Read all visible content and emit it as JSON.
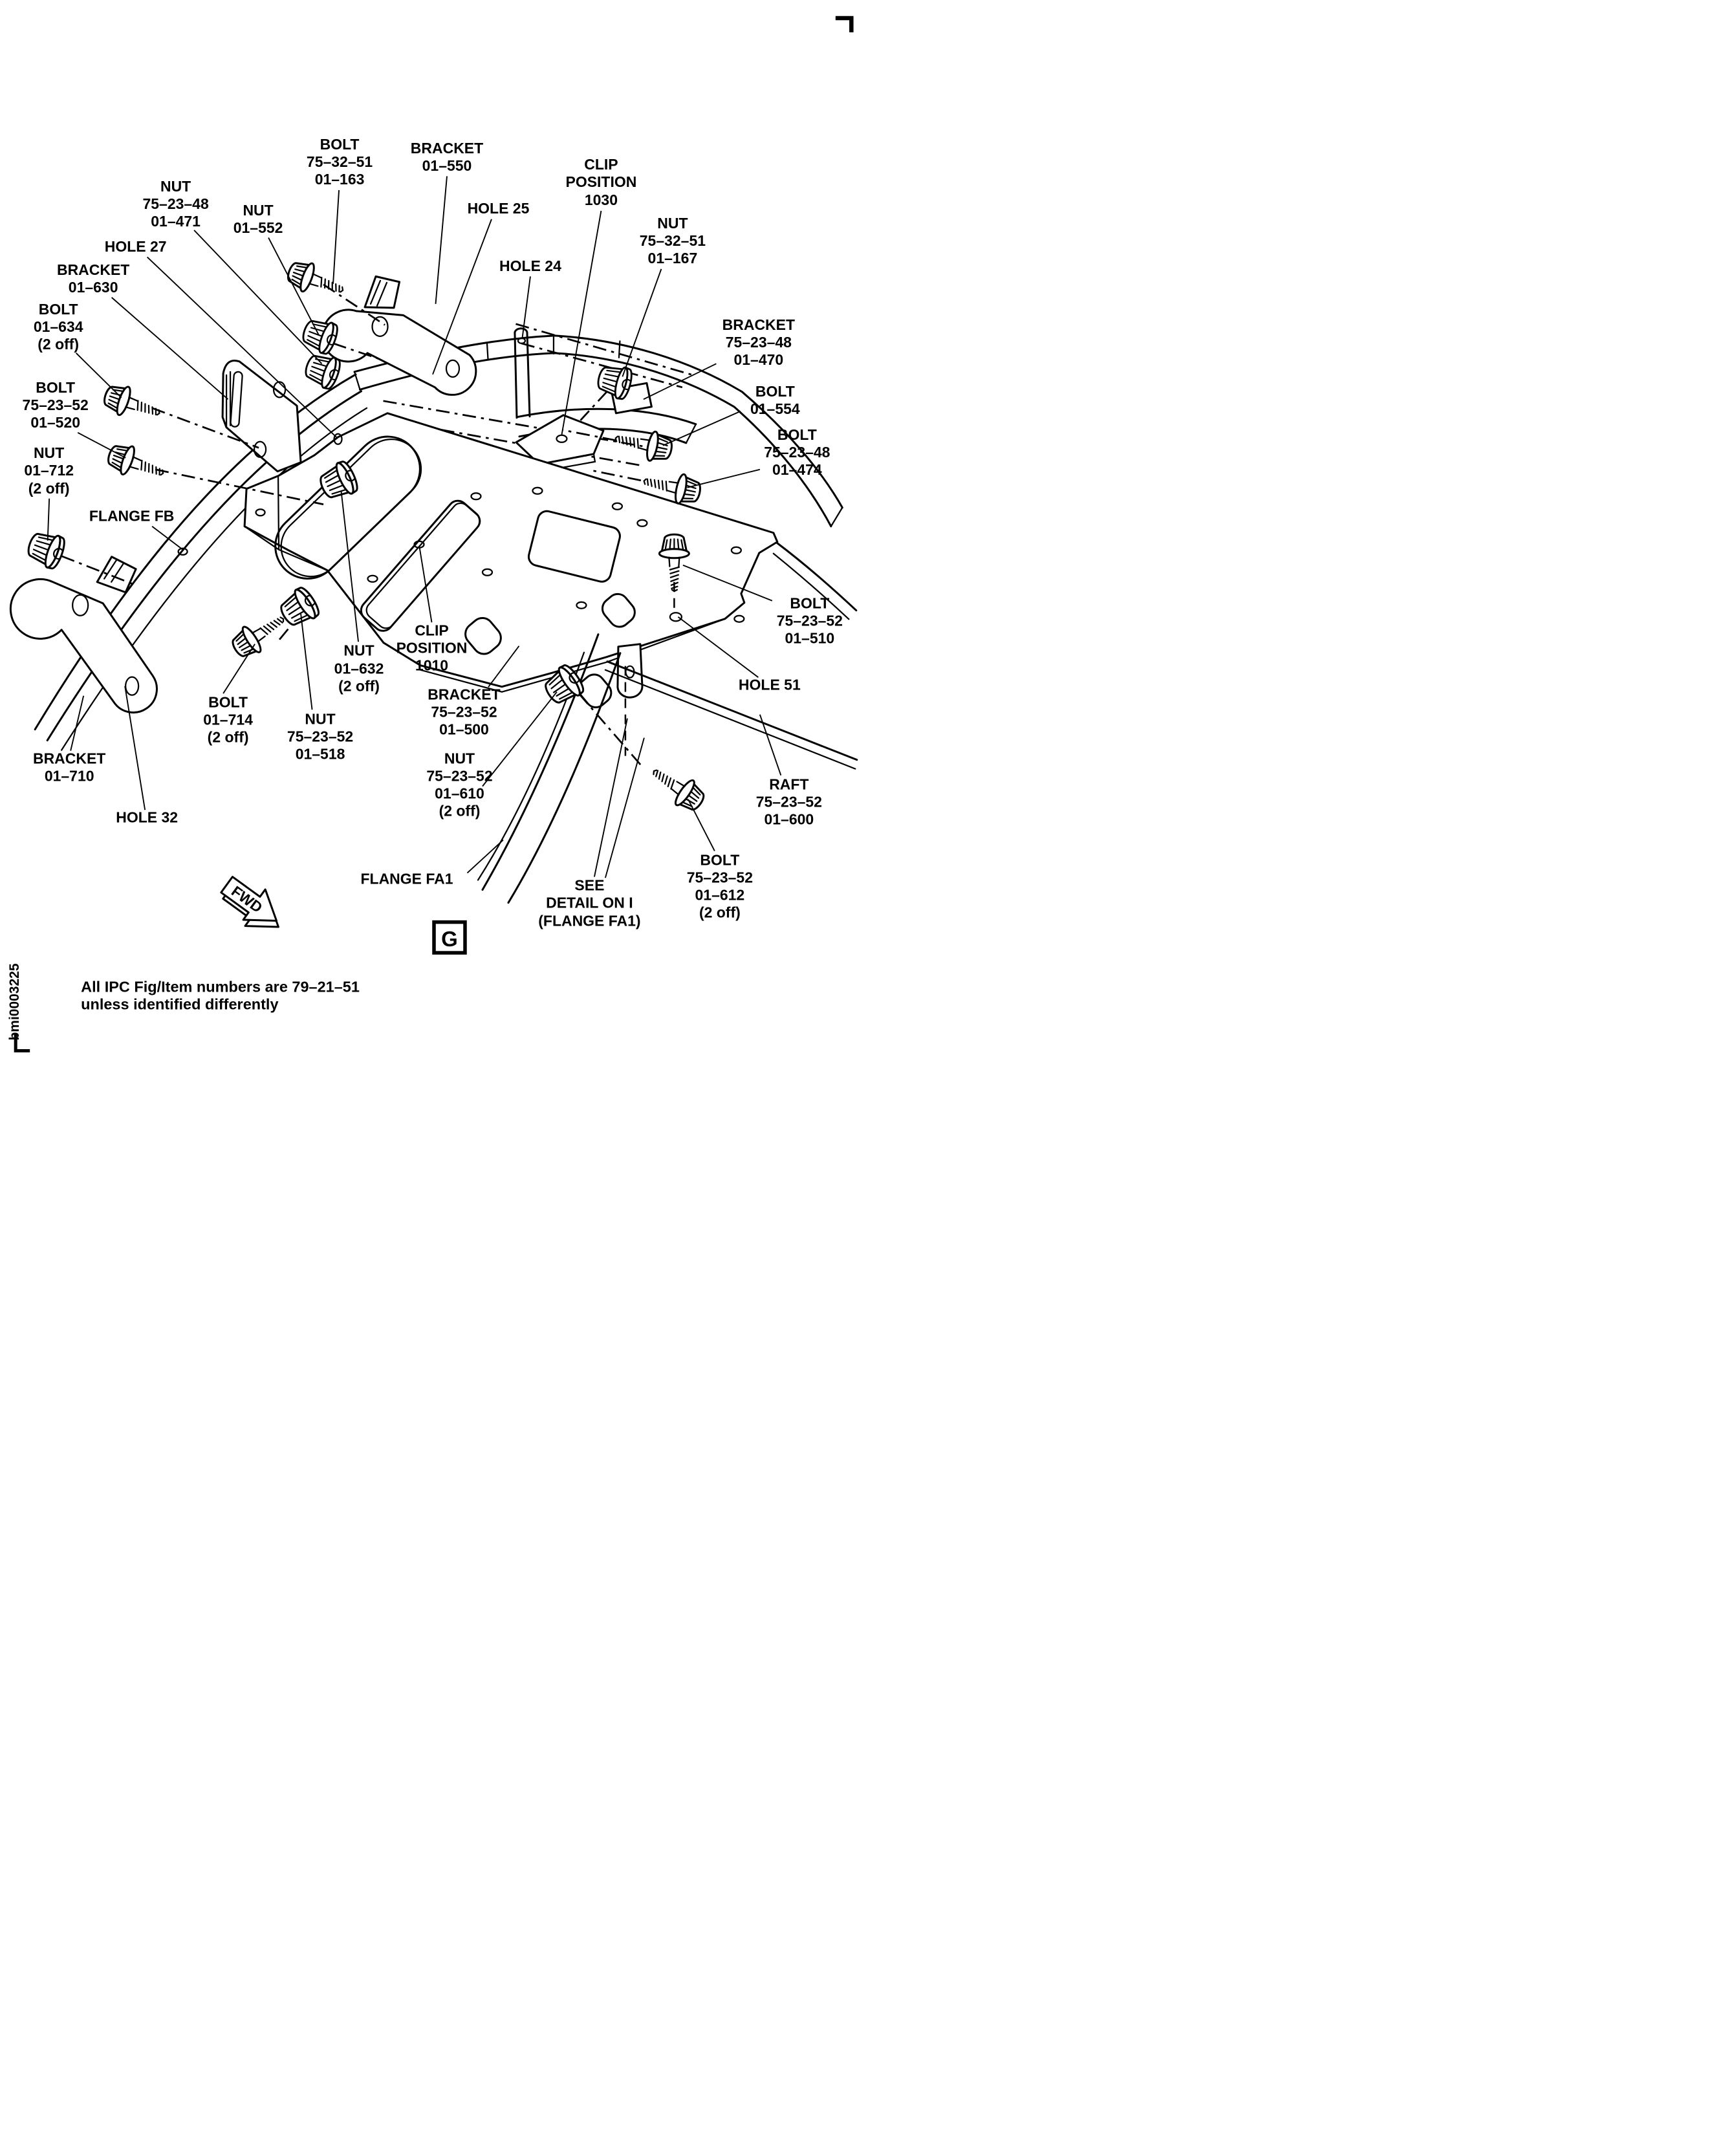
{
  "figure": {
    "letter": "G",
    "fwd_label": "FWD",
    "doc_code": "bmi0003225"
  },
  "note": {
    "line1": "All IPC Fig/Item numbers are 79–21–51",
    "line2": "unless identified differently"
  },
  "callouts": {
    "bolt_163": {
      "lines": [
        "BOLT",
        "75–32–51",
        "01–163"
      ]
    },
    "bracket_550": {
      "lines": [
        "BRACKET",
        "01–550"
      ]
    },
    "hole_25": {
      "lines": [
        "HOLE 25"
      ]
    },
    "clip_1030": {
      "lines": [
        "CLIP",
        "POSITION",
        "1030"
      ]
    },
    "hole_24": {
      "lines": [
        "HOLE 24"
      ]
    },
    "nut_167": {
      "lines": [
        "NUT",
        "75–32–51",
        "01–167"
      ]
    },
    "nut_471": {
      "lines": [
        "NUT",
        "75–23–48",
        "01–471"
      ]
    },
    "nut_552": {
      "lines": [
        "NUT",
        "01–552"
      ]
    },
    "hole_27": {
      "lines": [
        "HOLE 27"
      ]
    },
    "bracket_630": {
      "lines": [
        "BRACKET",
        "01–630"
      ]
    },
    "bolt_634": {
      "lines": [
        "BOLT",
        "01–634",
        "(2 off)"
      ]
    },
    "bolt_520": {
      "lines": [
        "BOLT",
        "75–23–52",
        "01–520"
      ]
    },
    "nut_712": {
      "lines": [
        "NUT",
        "01–712",
        "(2 off)"
      ]
    },
    "flange_fb": {
      "lines": [
        "FLANGE FB"
      ]
    },
    "bracket_470": {
      "lines": [
        "BRACKET",
        "75–23–48",
        "01–470"
      ]
    },
    "bolt_554": {
      "lines": [
        "BOLT",
        "01–554"
      ]
    },
    "bolt_474": {
      "lines": [
        "BOLT",
        "75–23–48",
        "01–474"
      ]
    },
    "bolt_510": {
      "lines": [
        "BOLT",
        "75–23–52",
        "01–510"
      ]
    },
    "hole_51": {
      "lines": [
        "HOLE 51"
      ]
    },
    "nut_632": {
      "lines": [
        "NUT",
        "01–632",
        "(2 off)"
      ]
    },
    "clip_1010": {
      "lines": [
        "CLIP",
        "POSITION",
        "1010"
      ]
    },
    "bracket_500": {
      "lines": [
        "BRACKET",
        "75–23–52",
        "01–500"
      ]
    },
    "bolt_714": {
      "lines": [
        "BOLT",
        "01–714",
        "(2 off)"
      ]
    },
    "nut_518": {
      "lines": [
        "NUT",
        "75–23–52",
        "01–518"
      ]
    },
    "bracket_710": {
      "lines": [
        "BRACKET",
        "01–710"
      ]
    },
    "hole_32": {
      "lines": [
        "HOLE 32"
      ]
    },
    "nut_610": {
      "lines": [
        "NUT",
        "75–23–52",
        "01–610",
        "(2 off)"
      ]
    },
    "raft": {
      "lines": [
        "RAFT",
        "75–23–52",
        "01–600"
      ]
    },
    "bolt_612": {
      "lines": [
        "BOLT",
        "75–23–52",
        "01–612",
        "(2 off)"
      ]
    },
    "flange_fa1": {
      "lines": [
        "FLANGE FA1"
      ]
    },
    "see_detail": {
      "lines": [
        "SEE",
        "DETAIL ON I",
        "(FLANGE FA1)"
      ]
    }
  }
}
